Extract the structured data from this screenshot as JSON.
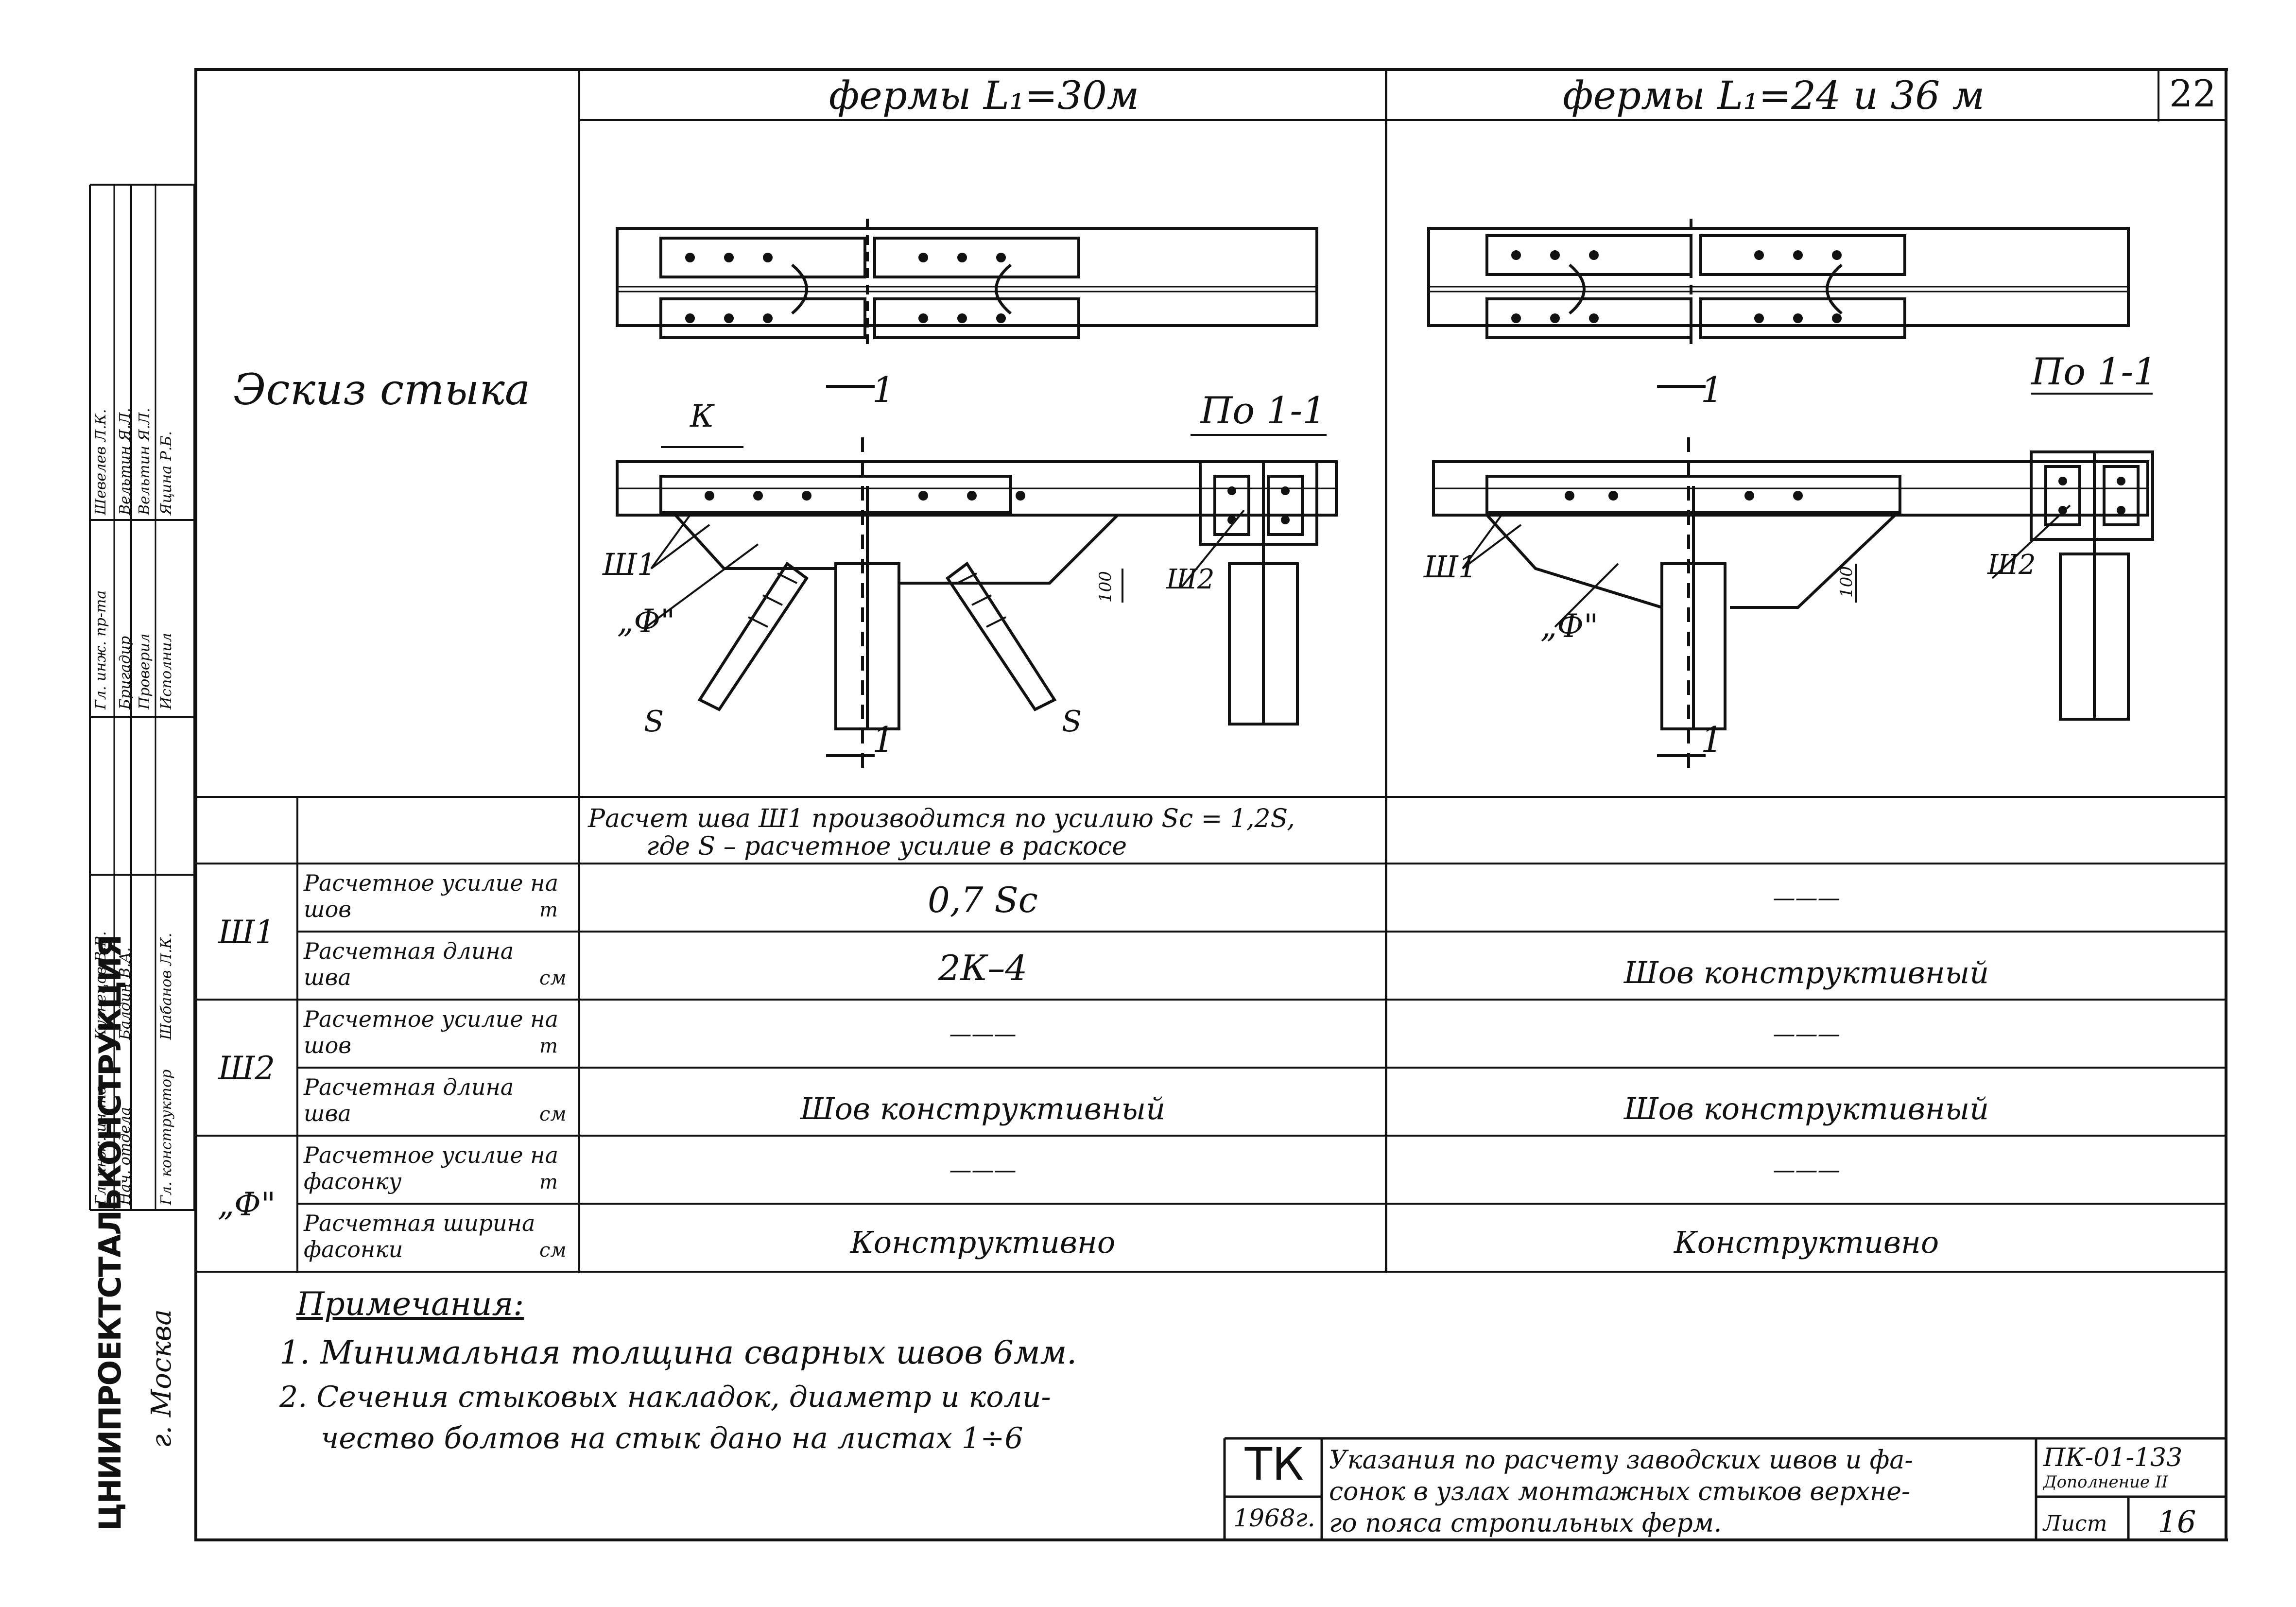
{
  "sheet_number": "22",
  "col_a_title": "фермы L₁=30м",
  "col_b_title": "фермы L₁=24 и 36 м",
  "sketch_label": "Эскиз стыка",
  "section_label": "По 1-1",
  "dim_k": "К",
  "section_mark": "1",
  "weld_w1": "Ш1",
  "weld_w2": "Ш2",
  "gusset_f": "„Ф\"",
  "stroke_s": "S",
  "dim_100": "100",
  "calc_note_line1": "Расчет шва Ш1 производится по усилию Sc = 1,2S,",
  "calc_note_line2": "где S – расчетное усилие в раскосе",
  "rows": [
    {
      "group": "Ш1",
      "param": "Расчетное усилие на шов",
      "unit": "т",
      "a": "0,7 Sc",
      "b": "———"
    },
    {
      "group": "",
      "param": "Расчетная длина шва",
      "unit": "см",
      "a": "2К–4",
      "b": "Шов конструктивный"
    },
    {
      "group": "Ш2",
      "param": "Расчетное усилие на шов",
      "unit": "т",
      "a": "———",
      "b": "———"
    },
    {
      "group": "",
      "param": "Расчетная длина шва",
      "unit": "см",
      "a": "Шов конструктивный",
      "b": "Шов конструктивный"
    },
    {
      "group": "„Ф\"",
      "param": "Расчетное усилие на фасонку",
      "unit": "т",
      "a": "———",
      "b": "———"
    },
    {
      "group": "",
      "param": "Расчетная ширина фасонки",
      "unit": "см",
      "a": "Конструктивно",
      "b": "Конструктивно"
    }
  ],
  "notes_title": "Примечания:",
  "notes": [
    "1. Минимальная толщина сварных швов 6мм.",
    "2. Сечения стыковых накладок, диаметр и коли-",
    "чество болтов на стык дано на листах 1÷6"
  ],
  "stamp": {
    "org": "ТК",
    "year": "1968г.",
    "title_lines": [
      "Указания по расчету заводских швов и фа-",
      "сонок в узлах монтажных стыков верхне-",
      "го пояса стропильных ферм."
    ],
    "code": "ПК-01-133",
    "supplement": "Дополнение II",
    "sheet_label": "Лист",
    "sheet_no": "16"
  },
  "side": {
    "institute": "ЦНИИПРОЕКТСТАЛЬКОНСТРУКЦИЯ",
    "city": "г. Москва",
    "roles": [
      "Гл. инж. ин-та",
      "Нач. отдела",
      "Гл. конструктор",
      "Гл. инж. пр-та",
      "Бригадир",
      "Проверил",
      "Исполнил"
    ],
    "names": [
      "Кузнецов В.В.",
      "Балдин В.А.",
      "Шабанов Л.К.",
      "Шевелев Л.К.",
      "Вельтин Я.Л.",
      "Вельтин Я.Л.",
      "Яцина Р.Б."
    ]
  }
}
